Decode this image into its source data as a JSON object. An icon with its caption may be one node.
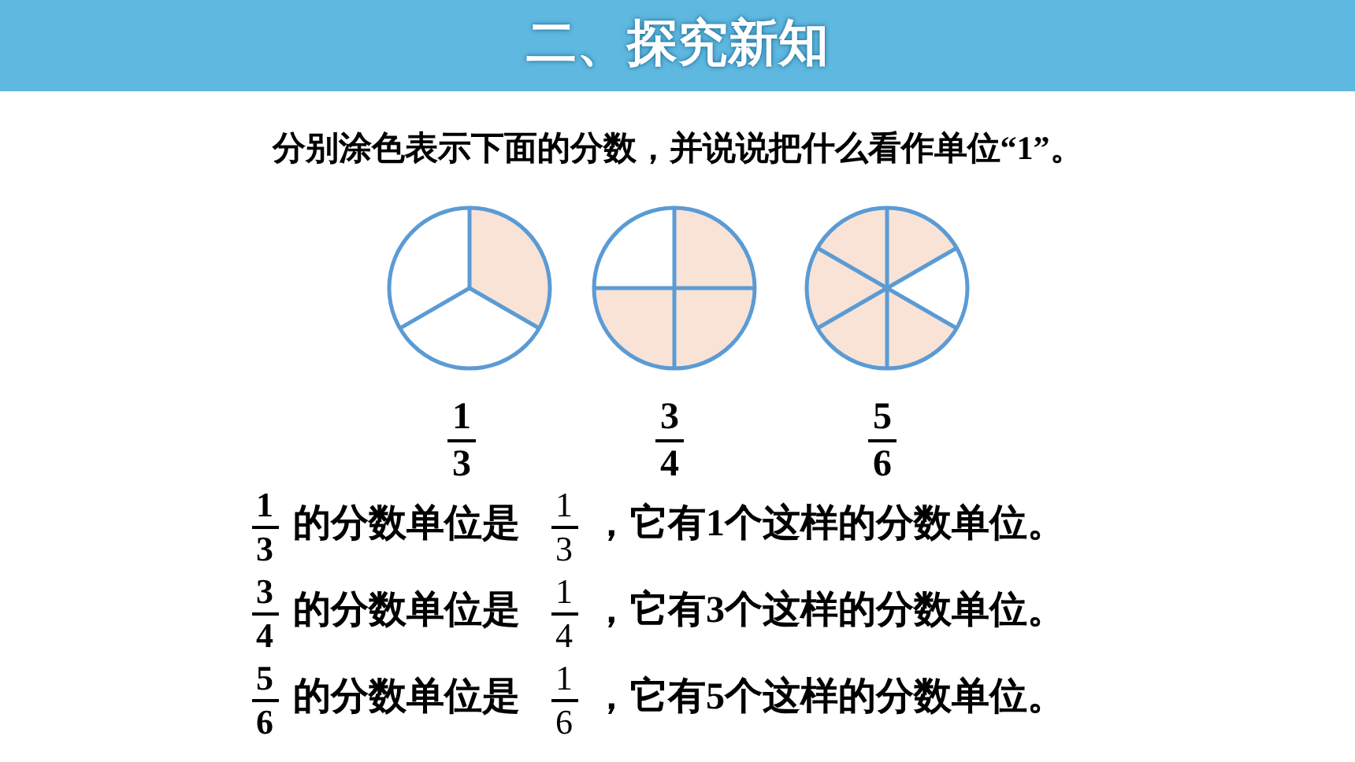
{
  "diagram": {
    "title": "二、探究新知",
    "labels": [
      "分别涂色表示下面的分数，并说说把什么看作单位“1”。",
      "1",
      "3",
      "3",
      "4",
      "5",
      "6",
      "1",
      "3",
      "的分数单位是",
      "1",
      "3",
      "，它有1个这样的分数单位。",
      "3",
      "4",
      "的分数单位是",
      "1",
      "4",
      "，它有3个这样的分数单位。",
      "5",
      "6",
      "的分数单位是",
      "1",
      "6",
      "，它有5个这样的分数单位。"
    ]
  }
}
